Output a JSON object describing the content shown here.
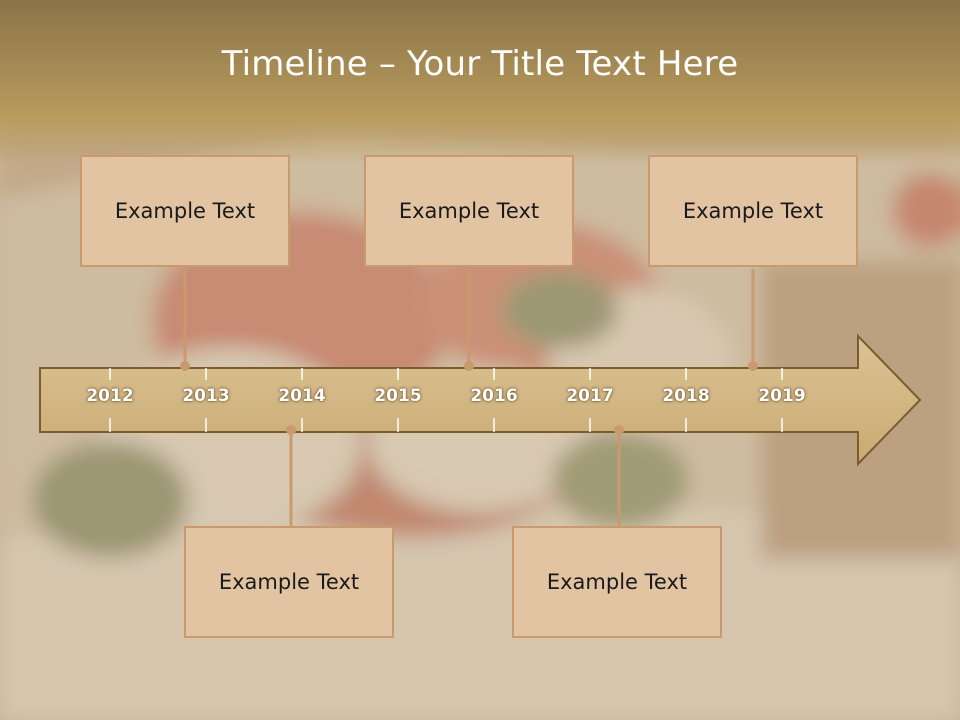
{
  "slide": {
    "title": "Timeline – Your Title Text Here"
  },
  "timeline": {
    "years": [
      "2012",
      "2013",
      "2014",
      "2015",
      "2016",
      "2017",
      "2018",
      "2019"
    ],
    "top_boxes": [
      {
        "label": "Example Text"
      },
      {
        "label": "Example Text"
      },
      {
        "label": "Example Text"
      }
    ],
    "bottom_boxes": [
      {
        "label": "Example Text"
      },
      {
        "label": "Example Text"
      }
    ]
  },
  "colors": {
    "header_band": "#b89a5c",
    "arrow_fill": "#d4b886",
    "arrow_stroke": "#7a5c2e",
    "box_fill": "#e2c3a2",
    "box_border": "#c99a6e",
    "connector": "#c99a6e"
  }
}
